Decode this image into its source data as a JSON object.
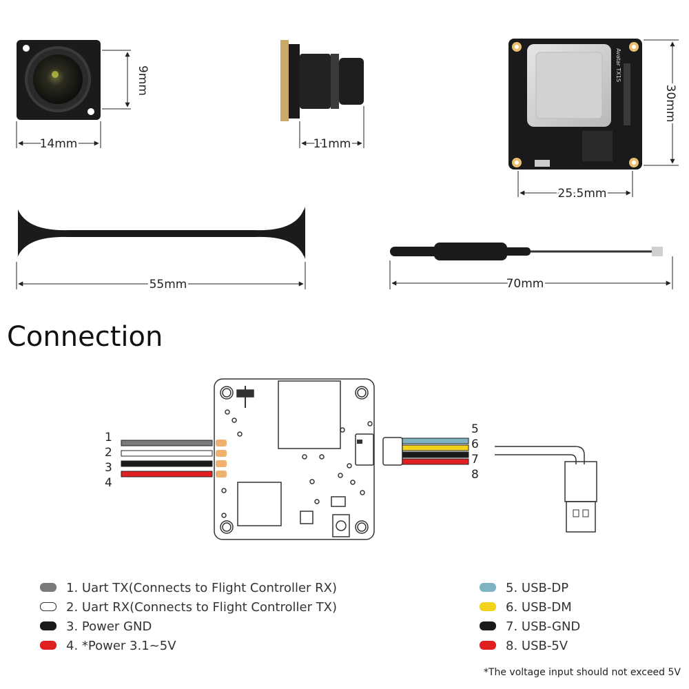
{
  "dimensions": {
    "camera_front_height": "9mm",
    "camera_front_width": "14mm",
    "camera_side_length": "11mm",
    "vtx_board_height": "30mm",
    "vtx_board_width": "25.5mm",
    "antenna_length": "55mm",
    "cable_antenna_length": "70mm"
  },
  "board_silkscreen": "Avatar TX1S",
  "heading": "Connection",
  "left_pins": [
    "1",
    "2",
    "3",
    "4"
  ],
  "right_pins": [
    "5",
    "6",
    "7",
    "8"
  ],
  "wire_colors": {
    "gray": "#7a7a7a",
    "white": "#ffffff",
    "black": "#1a1a1a",
    "red": "#e02020",
    "blue": "#7fb3c2",
    "yellow": "#f2d21b",
    "pad": "#f0b070"
  },
  "legend_left": [
    {
      "label": "1. Uart TX(Connects to Flight Controller RX)",
      "color": "#7a7a7a"
    },
    {
      "label": "2. Uart RX(Connects to Flight Controller TX)",
      "color": "#ffffff"
    },
    {
      "label": "3. Power GND",
      "color": "#1a1a1a"
    },
    {
      "label": "4.  *Power 3.1~5V",
      "color": "#e02020"
    }
  ],
  "legend_right": [
    {
      "label": "5. USB-DP",
      "color": "#7fb3c2"
    },
    {
      "label": "6. USB-DM",
      "color": "#f2d21b"
    },
    {
      "label": "7. USB-GND",
      "color": "#1a1a1a"
    },
    {
      "label": "8. USB-5V",
      "color": "#e02020"
    }
  ],
  "footnote": "*The voltage input should not exceed 5V"
}
